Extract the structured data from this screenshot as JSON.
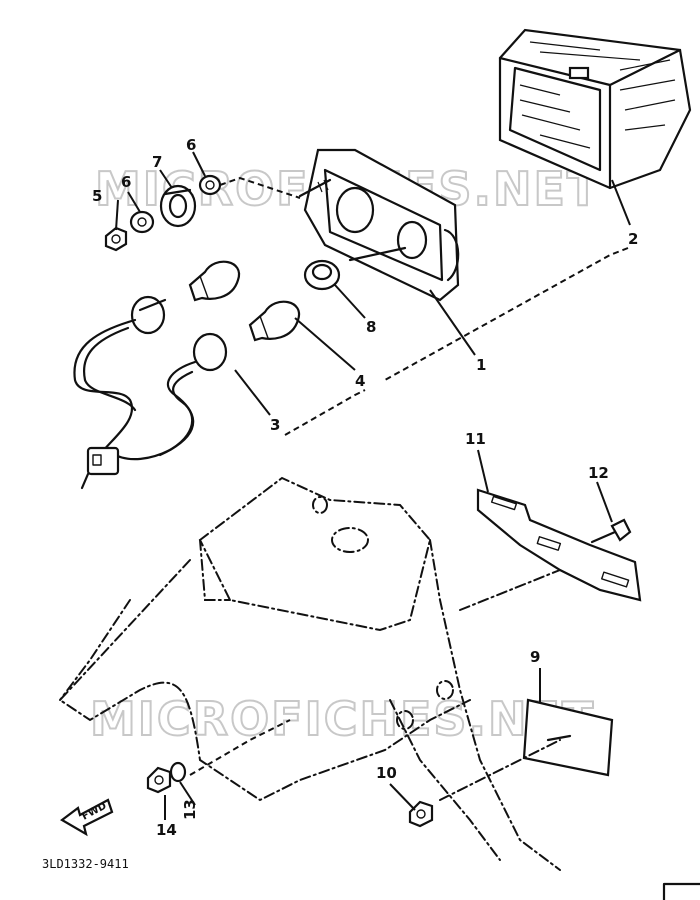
{
  "watermark": "MICROFICHES.NET",
  "diagram_code": "3LD1332-9411",
  "fwd_label": "FWD",
  "callouts": {
    "taillight_body": "1",
    "lens": "2",
    "socket_harness": "3",
    "bulb": "4",
    "nut_5": "5",
    "washer_6a": "6",
    "washer_6b": "6",
    "grommet_7": "7",
    "damper_8": "8",
    "reflector": "9",
    "nut_10": "10",
    "bracket": "11",
    "bolt_12": "12",
    "washer_13": "13",
    "nut_14": "14"
  }
}
